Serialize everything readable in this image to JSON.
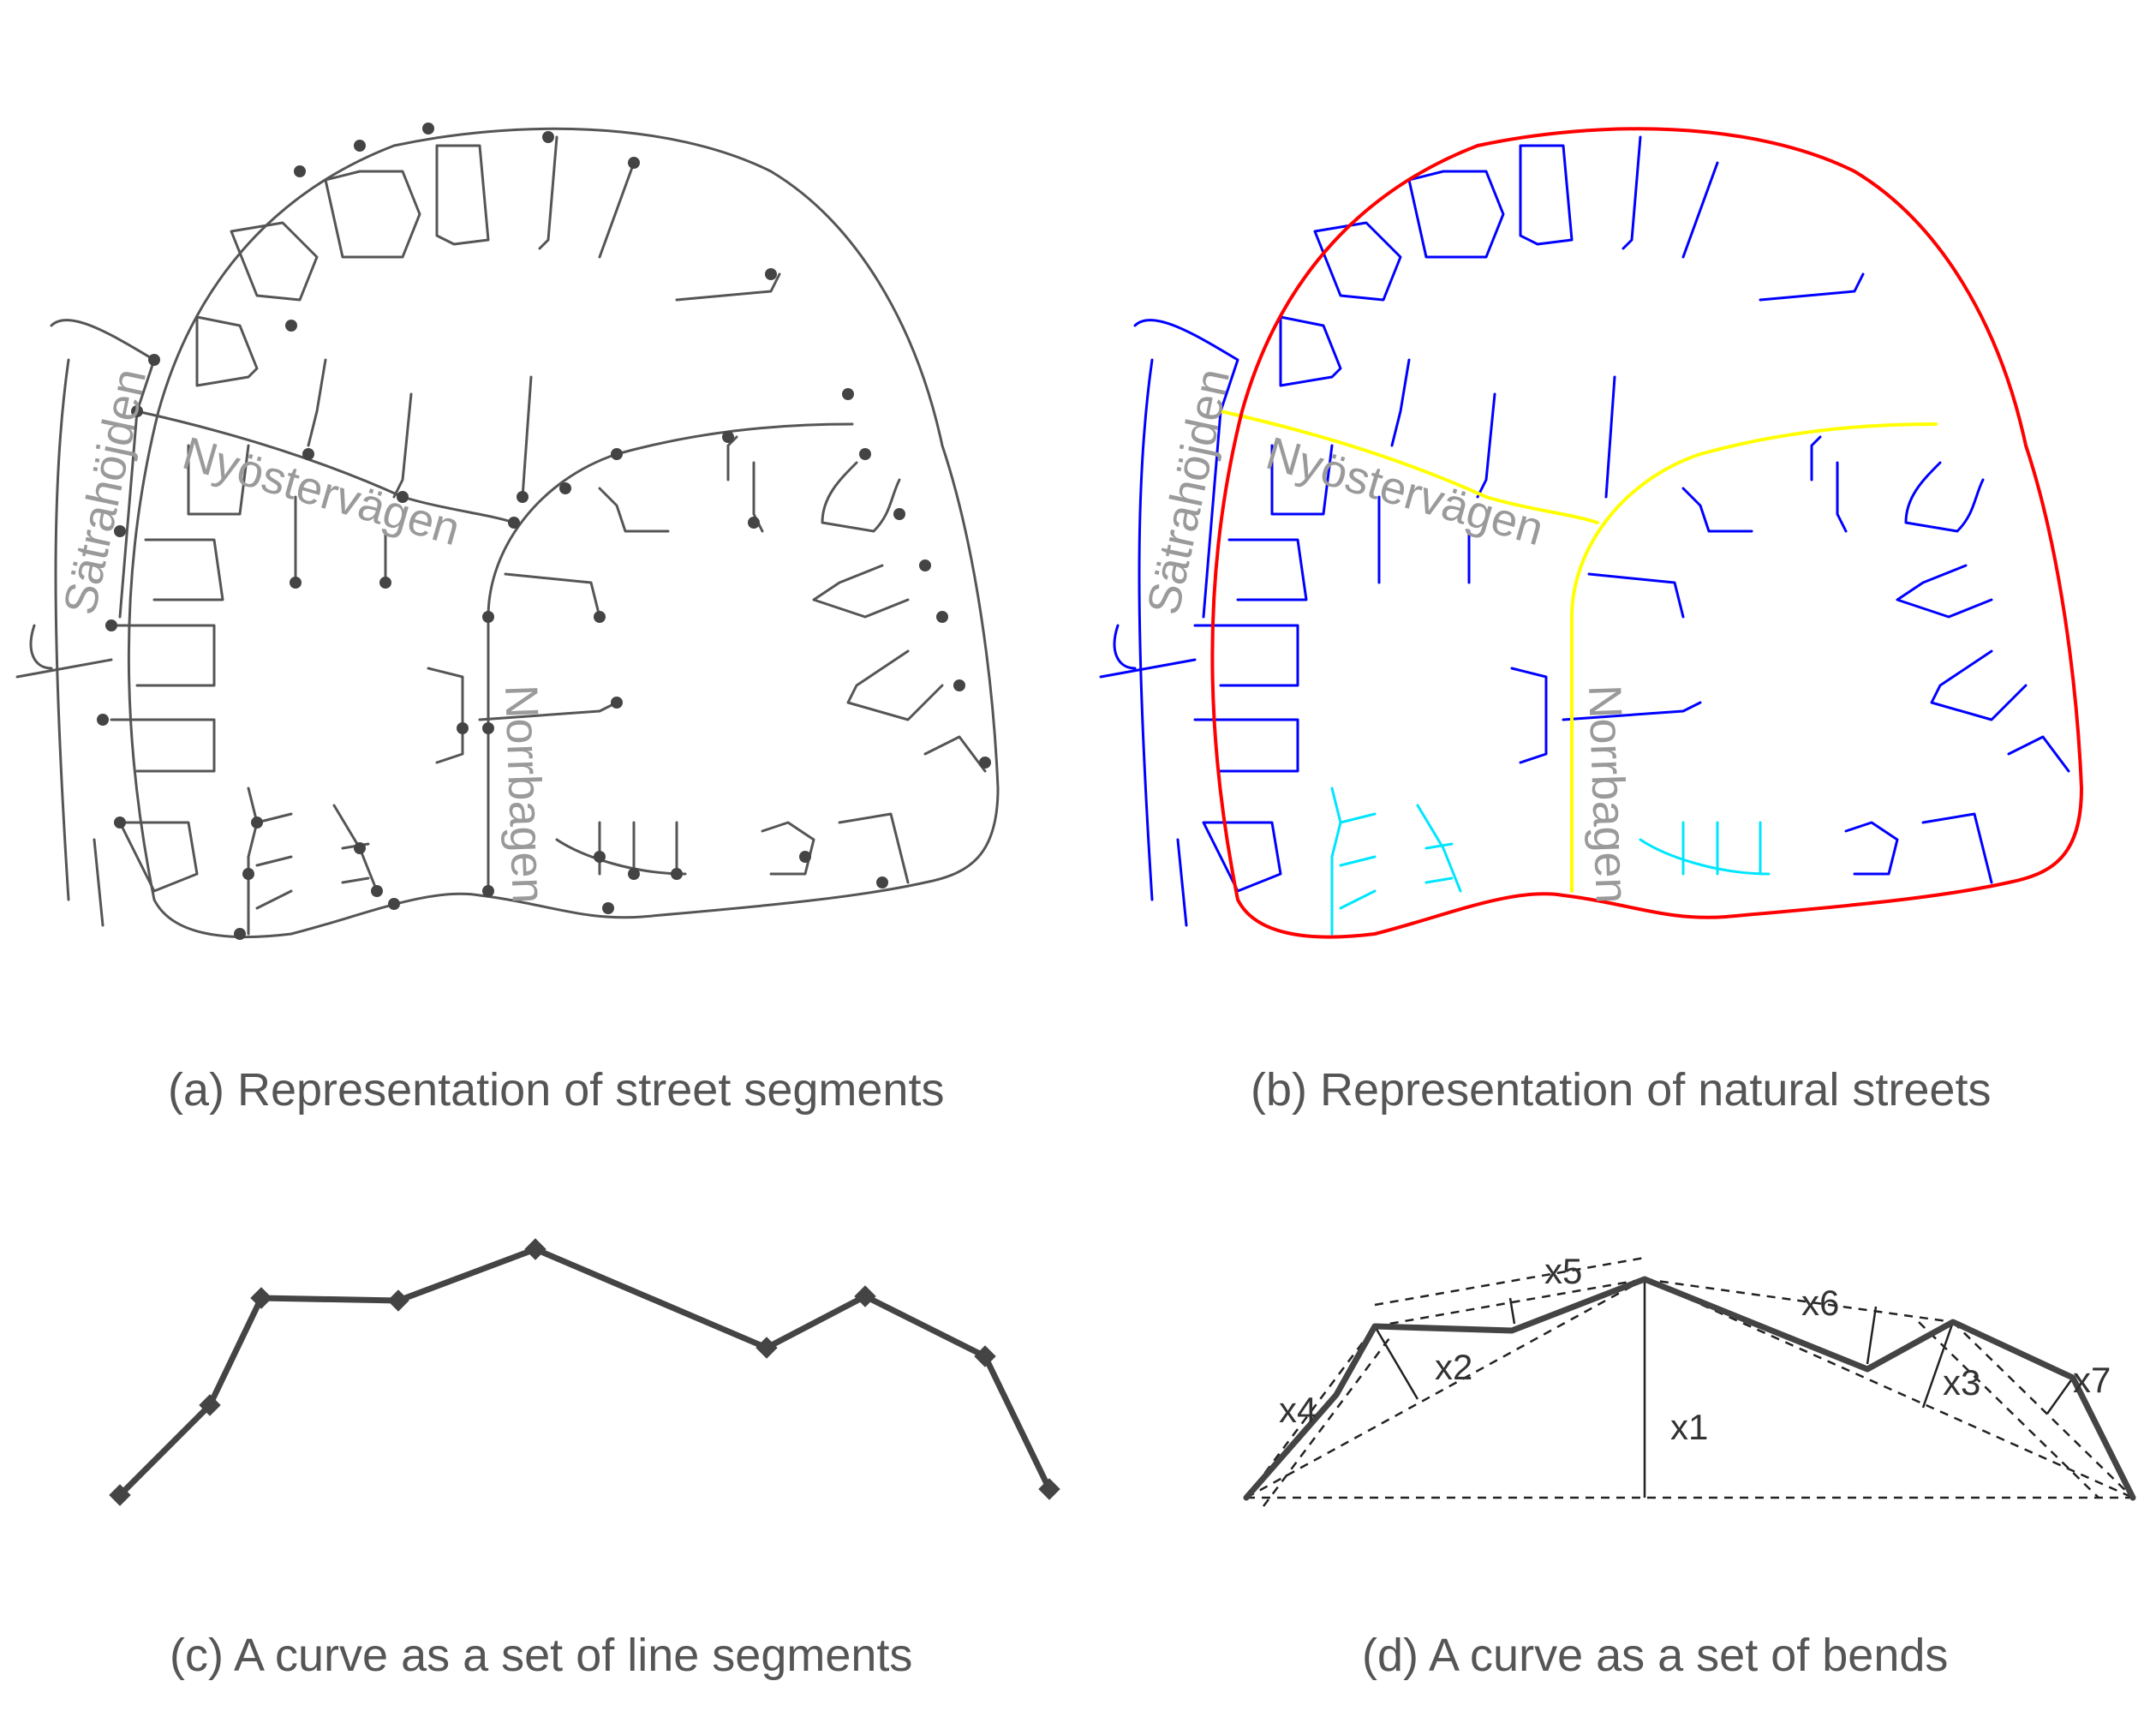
{
  "panels": {
    "a": {
      "caption": "(a) Representation of street segments"
    },
    "b": {
      "caption": "(b) Representation of natural streets"
    },
    "c": {
      "caption": "(c) A curve as a set of line segments"
    },
    "d": {
      "caption": "(d) A curve as a set of bends"
    }
  },
  "street_names": {
    "satra": "Sätrahöjden",
    "nyoster": "Nyöstervägen",
    "norrbagen": "Norrbagen"
  },
  "bend_labels": [
    "x1",
    "x2",
    "x3",
    "x4",
    "x5",
    "x6",
    "x7"
  ],
  "colors": {
    "segment": "#555555",
    "outer_ring": "#ff0000",
    "main_street": "#ffff00",
    "minor_street": "#0000ff",
    "short_street": "#00e5ff"
  }
}
